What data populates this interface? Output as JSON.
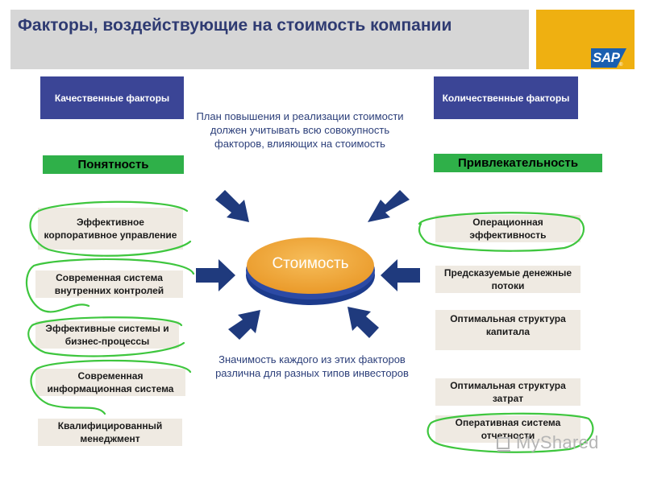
{
  "title": "Факторы, воздействующие на стоимость компании",
  "logo": {
    "text": "SAP",
    "reg": "®"
  },
  "left_header": "Качественные факторы",
  "right_header": "Количественные факторы",
  "left_category": "Понятность",
  "right_category": "Привлекательность",
  "top_note": "План повышения и реализации стоимости должен учитывать всю совокупность факторов, влияющих на стоимость",
  "bottom_note": "Значимость каждого из этих факторов различна для разных типов инвесторов",
  "center_label": "Стоимость",
  "left_items": [
    "Эффективное корпоративное управление",
    "Современная система внутренних контролей",
    "Эффективные системы и бизнес-процессы",
    "Современная информационная система",
    "Квалифицированный менеджмент"
  ],
  "right_items": [
    "Операционная эффективность",
    "Предсказуемые денежные потоки",
    "Оптимальная структура капитала",
    "Оптимальная структура затрат",
    "Оперативная система отчетности"
  ],
  "watermark": "MyShared",
  "colors": {
    "header_blue": "#3b4596",
    "category_green": "#2fb049",
    "item_beige": "#efeae2",
    "ellipse_orange": "#f2aa3c",
    "ellipse_blue": "#2c4aa5",
    "arrow_navy": "#1f3a7d",
    "highlight_green": "#3ec63e",
    "logo_gold": "#efb011"
  }
}
